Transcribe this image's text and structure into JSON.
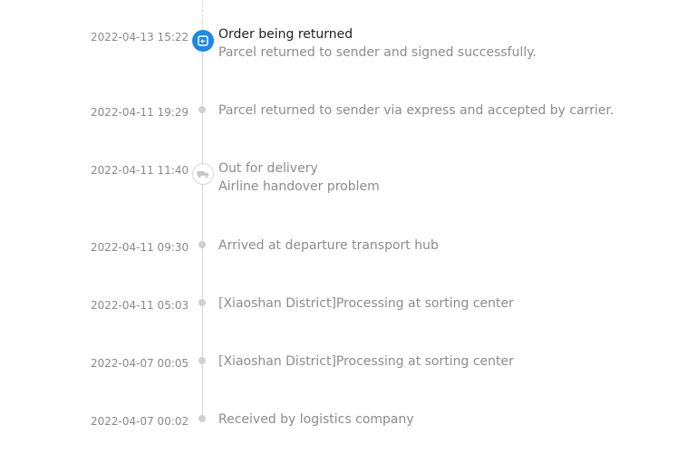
{
  "events": [
    {
      "time": "2022-04-13 15:22",
      "status": "Order being returned",
      "detail": "Parcel returned to sender and signed successfully.",
      "icon": "return-icon",
      "active": true
    },
    {
      "time": "2022-04-11 19:29",
      "status": "",
      "detail": "Parcel returned to sender via express and accepted by carrier.",
      "icon": "dot"
    },
    {
      "time": "2022-04-11 11:40",
      "status": "Out for delivery",
      "detail": "Airline handover problem",
      "icon": "truck-icon"
    },
    {
      "time": "2022-04-11 09:30",
      "status": "",
      "detail": "Arrived at departure transport hub",
      "icon": "dot"
    },
    {
      "time": "2022-04-11 05:03",
      "status": "",
      "detail": "[Xiaoshan District]Processing at sorting center",
      "icon": "dot"
    },
    {
      "time": "2022-04-07 00:05",
      "status": "",
      "detail": "[Xiaoshan District]Processing at sorting center",
      "icon": "dot"
    },
    {
      "time": "2022-04-07 00:02",
      "status": "",
      "detail": "Received by logistics company",
      "icon": "dot"
    }
  ],
  "colors": {
    "accent": "#1e88e5",
    "muted_text": "#8c8c8c",
    "timeline_line": "#d9d9d9"
  }
}
